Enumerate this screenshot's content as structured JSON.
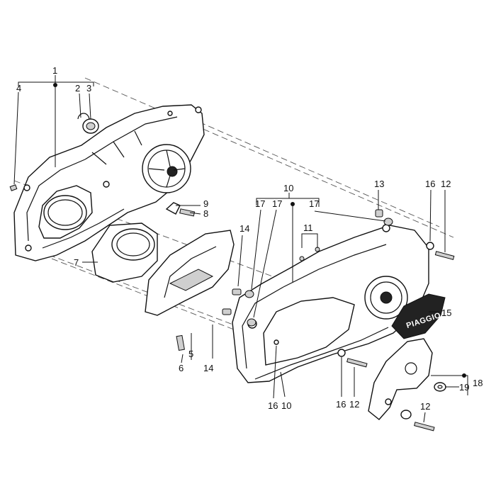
{
  "callouts": {
    "c1": "1",
    "c2": "2",
    "c3": "3",
    "c4": "4",
    "c5": "5",
    "c6": "6",
    "c7": "7",
    "c8": "8",
    "c9": "9",
    "c10_top": "10",
    "c10_bottom": "10",
    "c11": "11",
    "c12_top": "12",
    "c12_mid": "12",
    "c12_bottom": "12",
    "c13": "13",
    "c14_right": "14",
    "c14_bottom": "14",
    "c15": "15",
    "c16_top": "16",
    "c16_left": "16",
    "c16_mid": "16",
    "c17_a": "17",
    "c17_b": "17",
    "c17_c": "17",
    "c18": "18",
    "c19": "19"
  },
  "logo": "PIAGGIO",
  "colors": {
    "ink": "#111111",
    "paper": "#ffffff"
  }
}
